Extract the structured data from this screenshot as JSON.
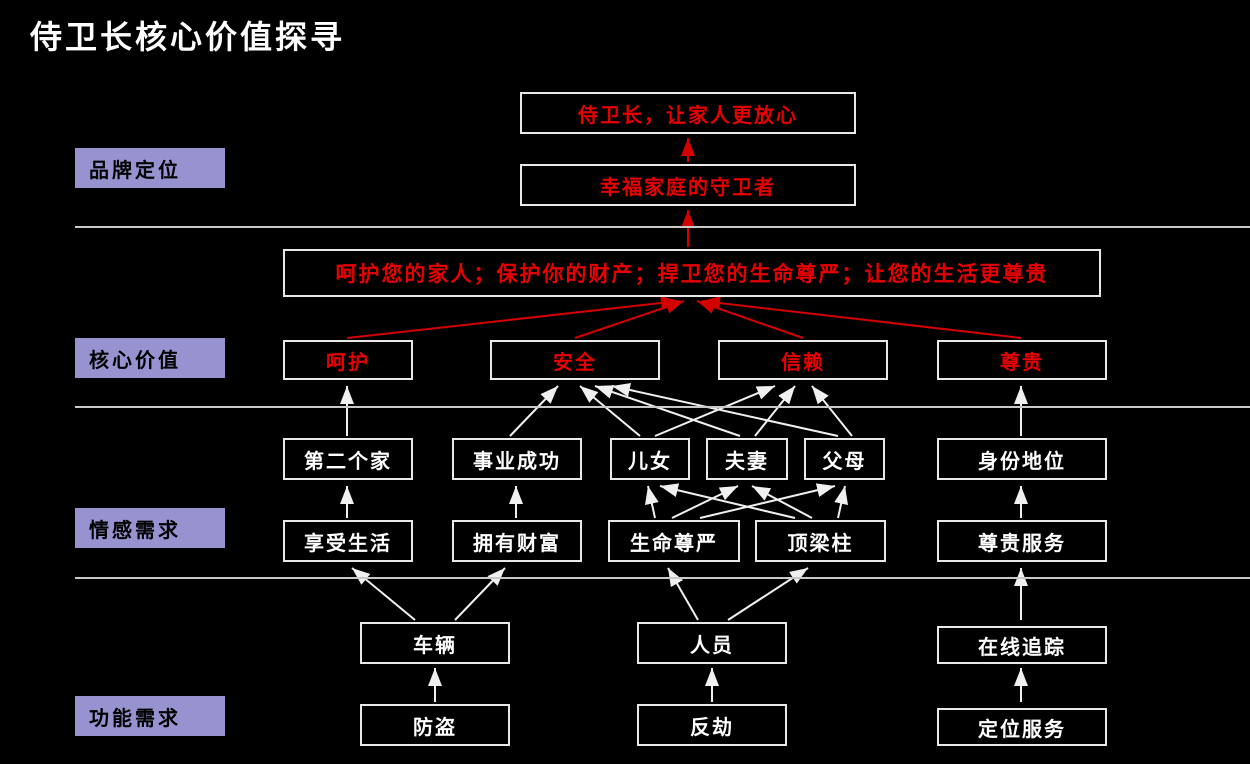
{
  "title": "侍卫长核心价值探寻",
  "sections": [
    {
      "label": "品牌定位"
    },
    {
      "label": "核心价值"
    },
    {
      "label": "情感需求"
    },
    {
      "label": "功能需求"
    }
  ],
  "brand": {
    "slogan": "侍卫长，让家人更放心",
    "positioning": "幸福家庭的守卫者",
    "value_statement": "呵护您的家人；保护你的财产；捍卫您的生命尊严；让您的生活更尊贵"
  },
  "core_values": [
    "呵护",
    "安全",
    "信赖",
    "尊贵"
  ],
  "emotional_needs": {
    "upper": [
      "第二个家",
      "事业成功",
      "儿女",
      "夫妻",
      "父母",
      "身份地位"
    ],
    "lower": [
      "享受生活",
      "拥有财富",
      "生命尊严",
      "顶梁柱",
      "尊贵服务"
    ]
  },
  "functional_needs": {
    "upper": [
      "车辆",
      "人员",
      "在线追踪"
    ],
    "lower": [
      "防盗",
      "反劫",
      "定位服务"
    ]
  },
  "colors": {
    "background": "#000000",
    "box_border": "#e8e8e8",
    "red_text": "#e60000",
    "red_arrow": "#d40000",
    "white_arrow": "#f0f0f0",
    "section_label_bg": "#9693d0",
    "section_label_text": "#000000",
    "divider": "#c9c9c9"
  }
}
